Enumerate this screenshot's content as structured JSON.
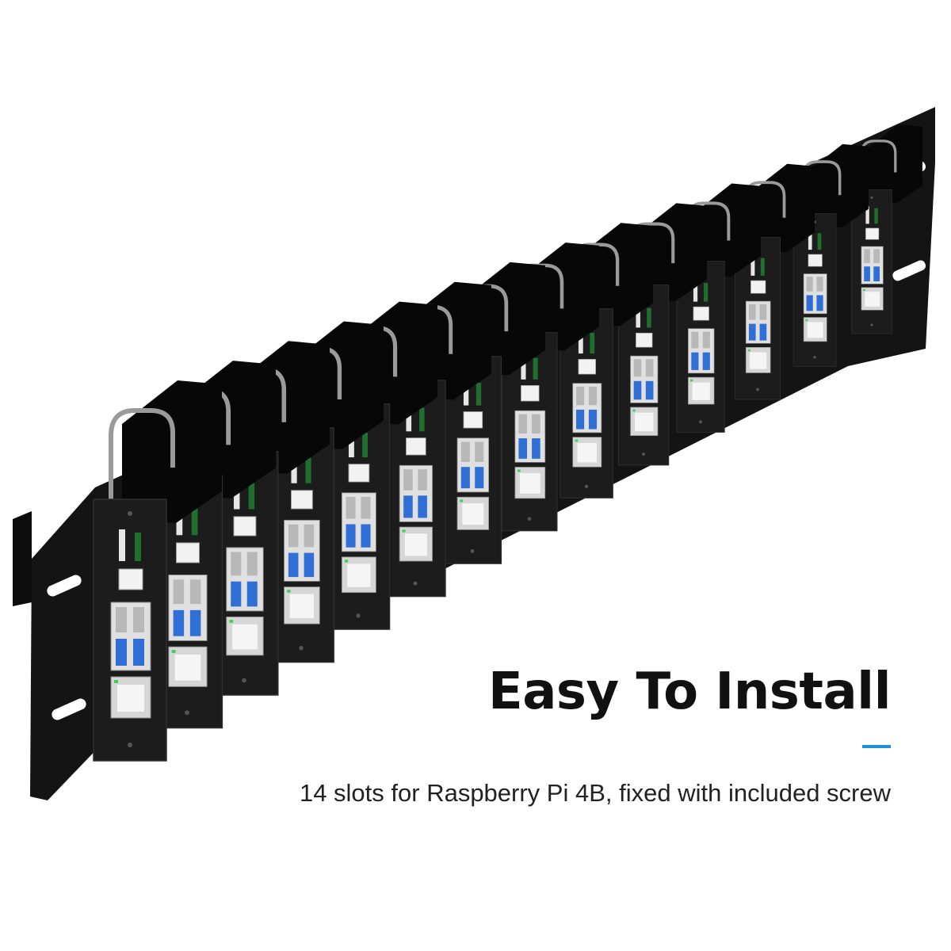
{
  "headline": "Easy To Install",
  "subtitle": "14 slots for Raspberry Pi 4B, fixed with included screw",
  "accent_color": "#1e90d8",
  "slot_count": 14,
  "illustration": {
    "subject": "black rack mount panel holding raspberry pi boards",
    "panel_color": "#141414",
    "usb3_color": "#2f6fd6",
    "board_color": "#1f8a3a"
  }
}
